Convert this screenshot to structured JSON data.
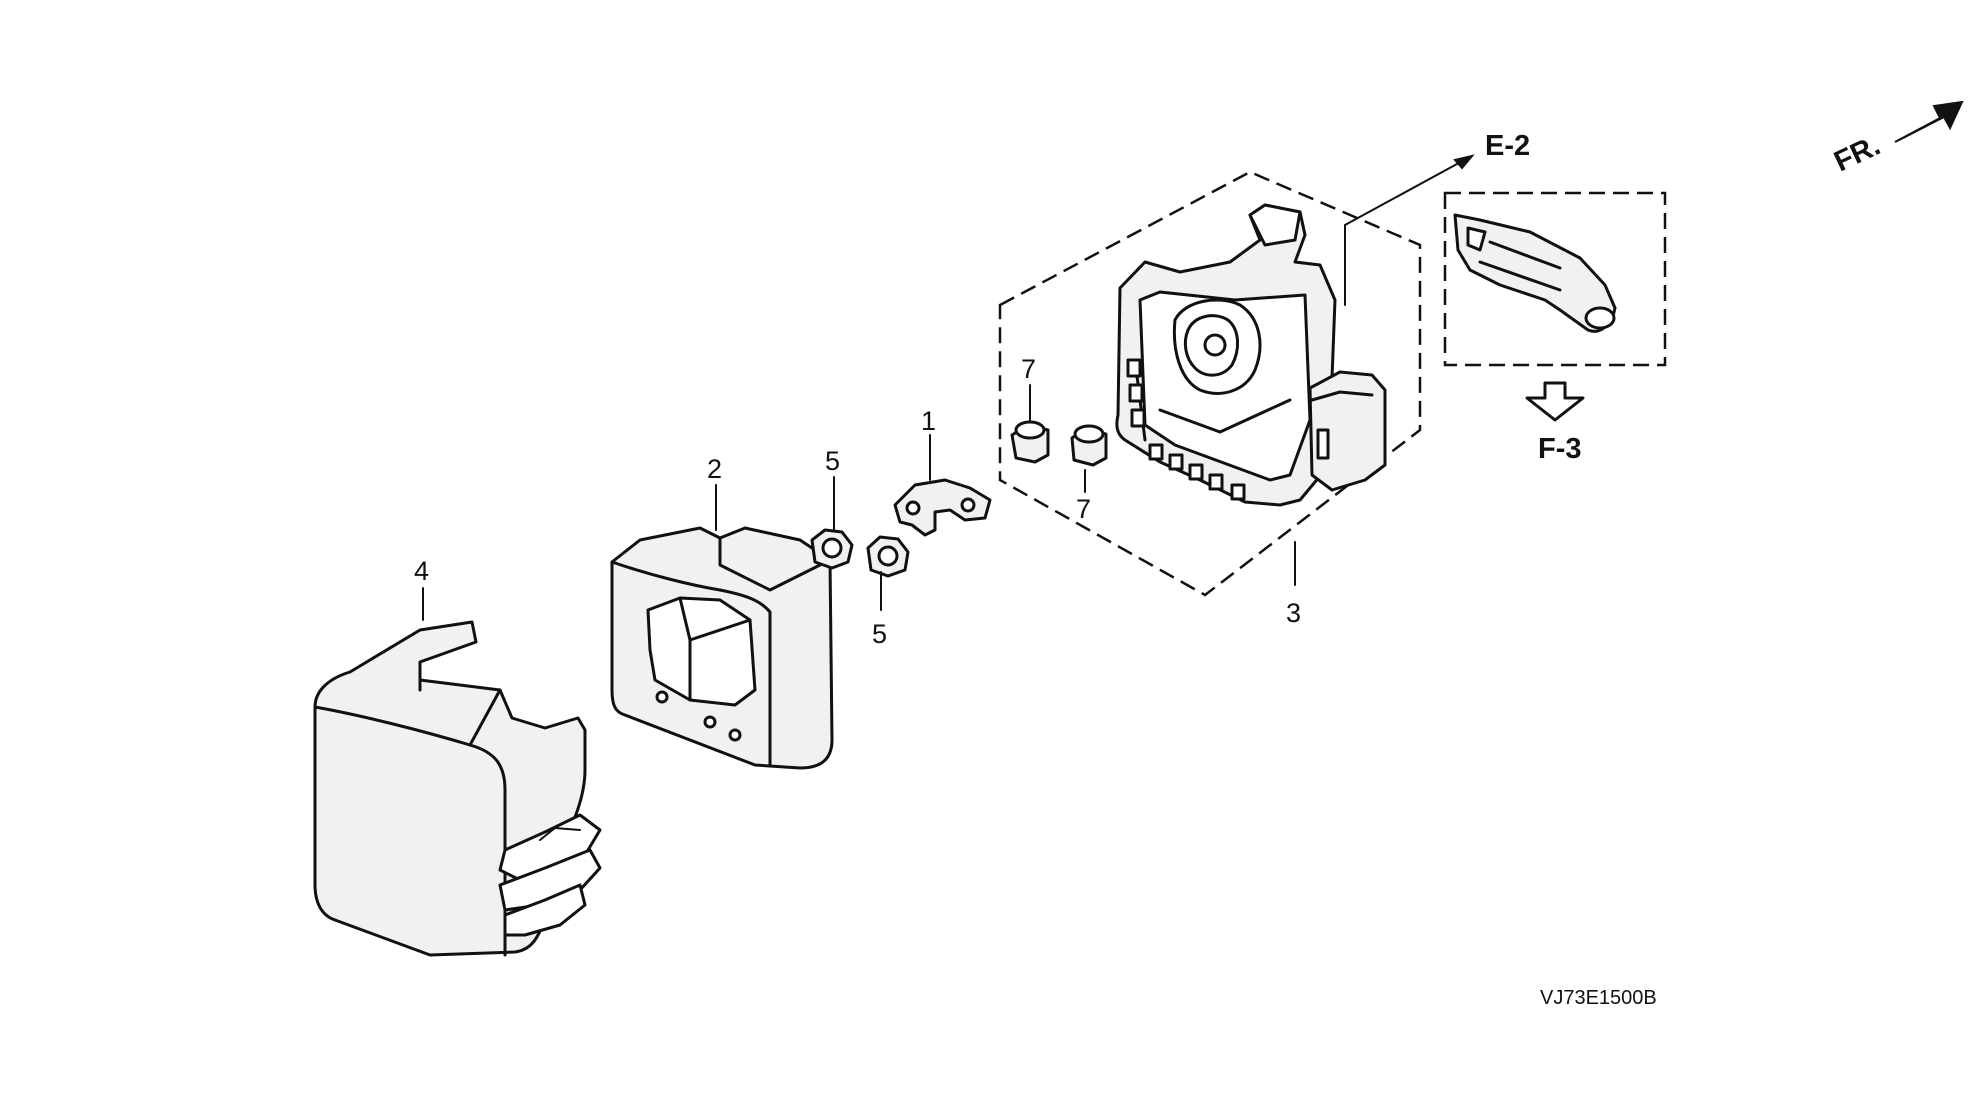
{
  "callouts": {
    "part1": "1",
    "part2": "2",
    "part3": "3",
    "part4": "4",
    "part5_top": "5",
    "part5_bottom": "5",
    "part7_top": "7",
    "part7_bottom": "7"
  },
  "references": {
    "e2": "E-2",
    "f3": "F-3"
  },
  "direction": {
    "front_label": "FR."
  },
  "diagram_code": "VJ73E1500B"
}
